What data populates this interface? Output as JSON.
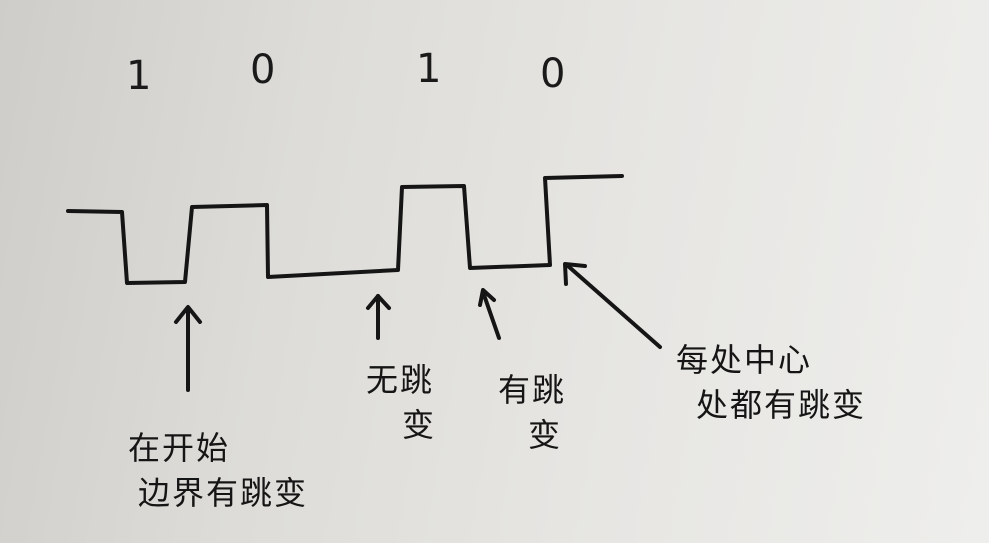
{
  "bits": [
    "1",
    "0",
    "1",
    "0"
  ],
  "annotations": {
    "start": {
      "line1": "在开始",
      "line2": "边界有跳变"
    },
    "no_transition": {
      "line1": "无跳",
      "line2": "变"
    },
    "has_transition": {
      "line1": "有跳",
      "line2": "变"
    },
    "midpoint": {
      "line1": "每处中心",
      "line2": "处都有跳变"
    }
  },
  "colors": {
    "ink": "#151515",
    "paper": "#e6e5e2"
  },
  "icons": [
    "arrow-up-icon",
    "arrow-up-icon",
    "arrow-up-icon",
    "arrow-diagonal-icon"
  ]
}
